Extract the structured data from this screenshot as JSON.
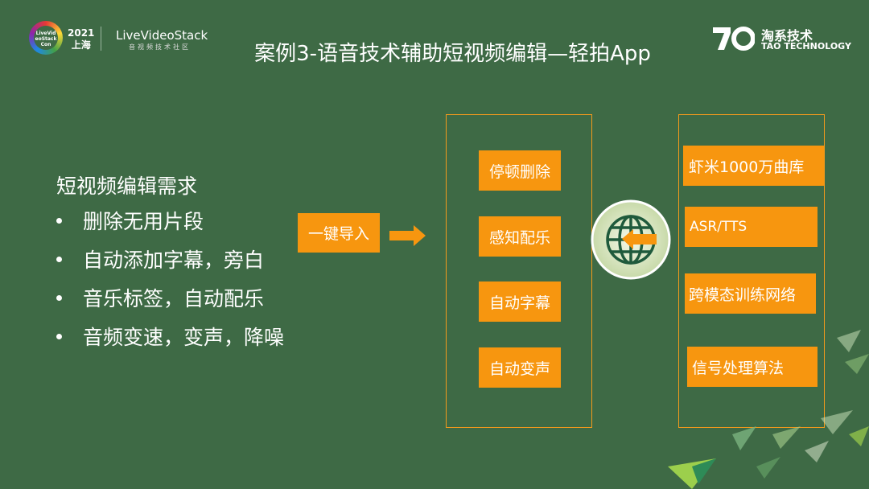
{
  "header": {
    "event_year": "2021",
    "event_city": "上海",
    "event_logo_text": "LiveVideoStackCon",
    "brand": "LiveVideoStack",
    "brand_sub": "音视频技术社区",
    "right_brand": "淘系技术",
    "right_brand_sub": "TAO TECHNOLOGY",
    "title": "案例3-语音技术辅助短视频编辑—轻拍App"
  },
  "left": {
    "heading": "短视频编辑需求",
    "bullets": [
      "删除无用片段",
      "自动添加字幕，旁白",
      "音乐标签，自动配乐",
      "音频变速，变声，降噪"
    ]
  },
  "import_button": "一键导入",
  "features": [
    "停顿删除",
    "感知配乐",
    "自动字幕",
    "自动变声"
  ],
  "tech": [
    "虾米1000万曲库",
    "ASR/TTS",
    "跨模态训练网络",
    "信号处理算法"
  ],
  "colors": {
    "background": "#3e6a45",
    "accent": "#f7960f",
    "globe": "#1f5a3c"
  },
  "icons": [
    "arrow-right-icon",
    "globe-icon",
    "arrow-left-icon"
  ]
}
